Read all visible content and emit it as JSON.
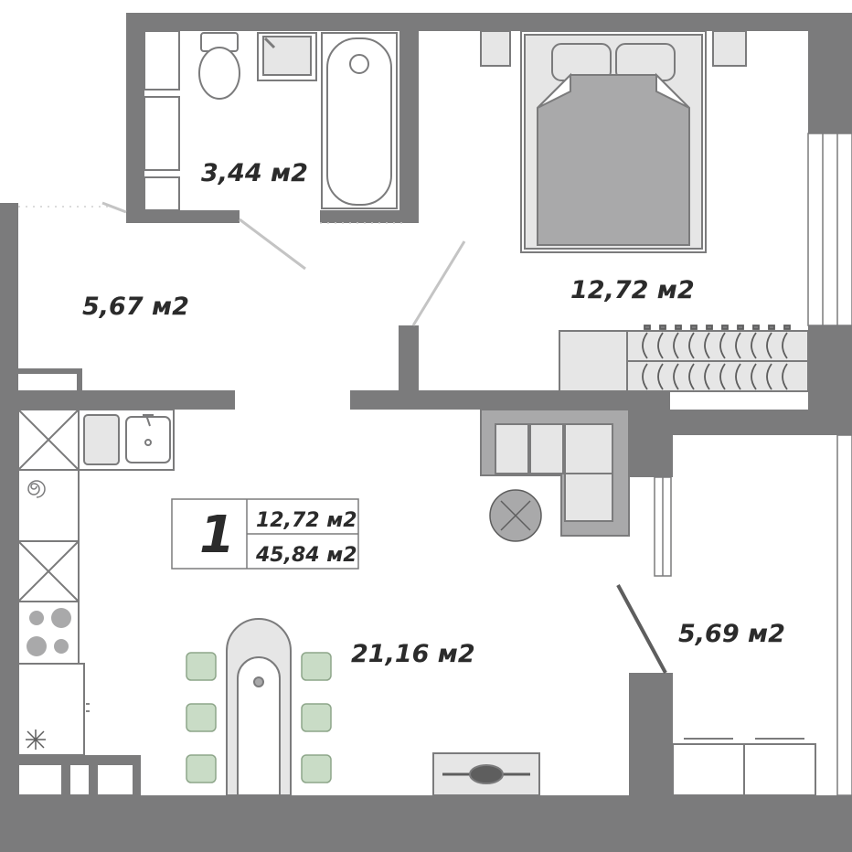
{
  "rooms": {
    "bathroom": {
      "area": "3,44 м2"
    },
    "hallway": {
      "area": "5,67 м2"
    },
    "bedroom": {
      "area": "12,72 м2"
    },
    "living": {
      "area": "21,16 м2"
    },
    "balcony": {
      "area": "5,69 м2"
    }
  },
  "summary": {
    "rooms_count": "1",
    "living_area": "12,72 м2",
    "total_area": "45,84 м2"
  },
  "colors": {
    "wall": "#7b7b7c",
    "furniture_fill": "#e6e6e6",
    "furniture_stroke": "#7b7b7c",
    "bed": "#a9a9aa",
    "chair": "#c9dcc6",
    "text": "#2b2b2b"
  }
}
